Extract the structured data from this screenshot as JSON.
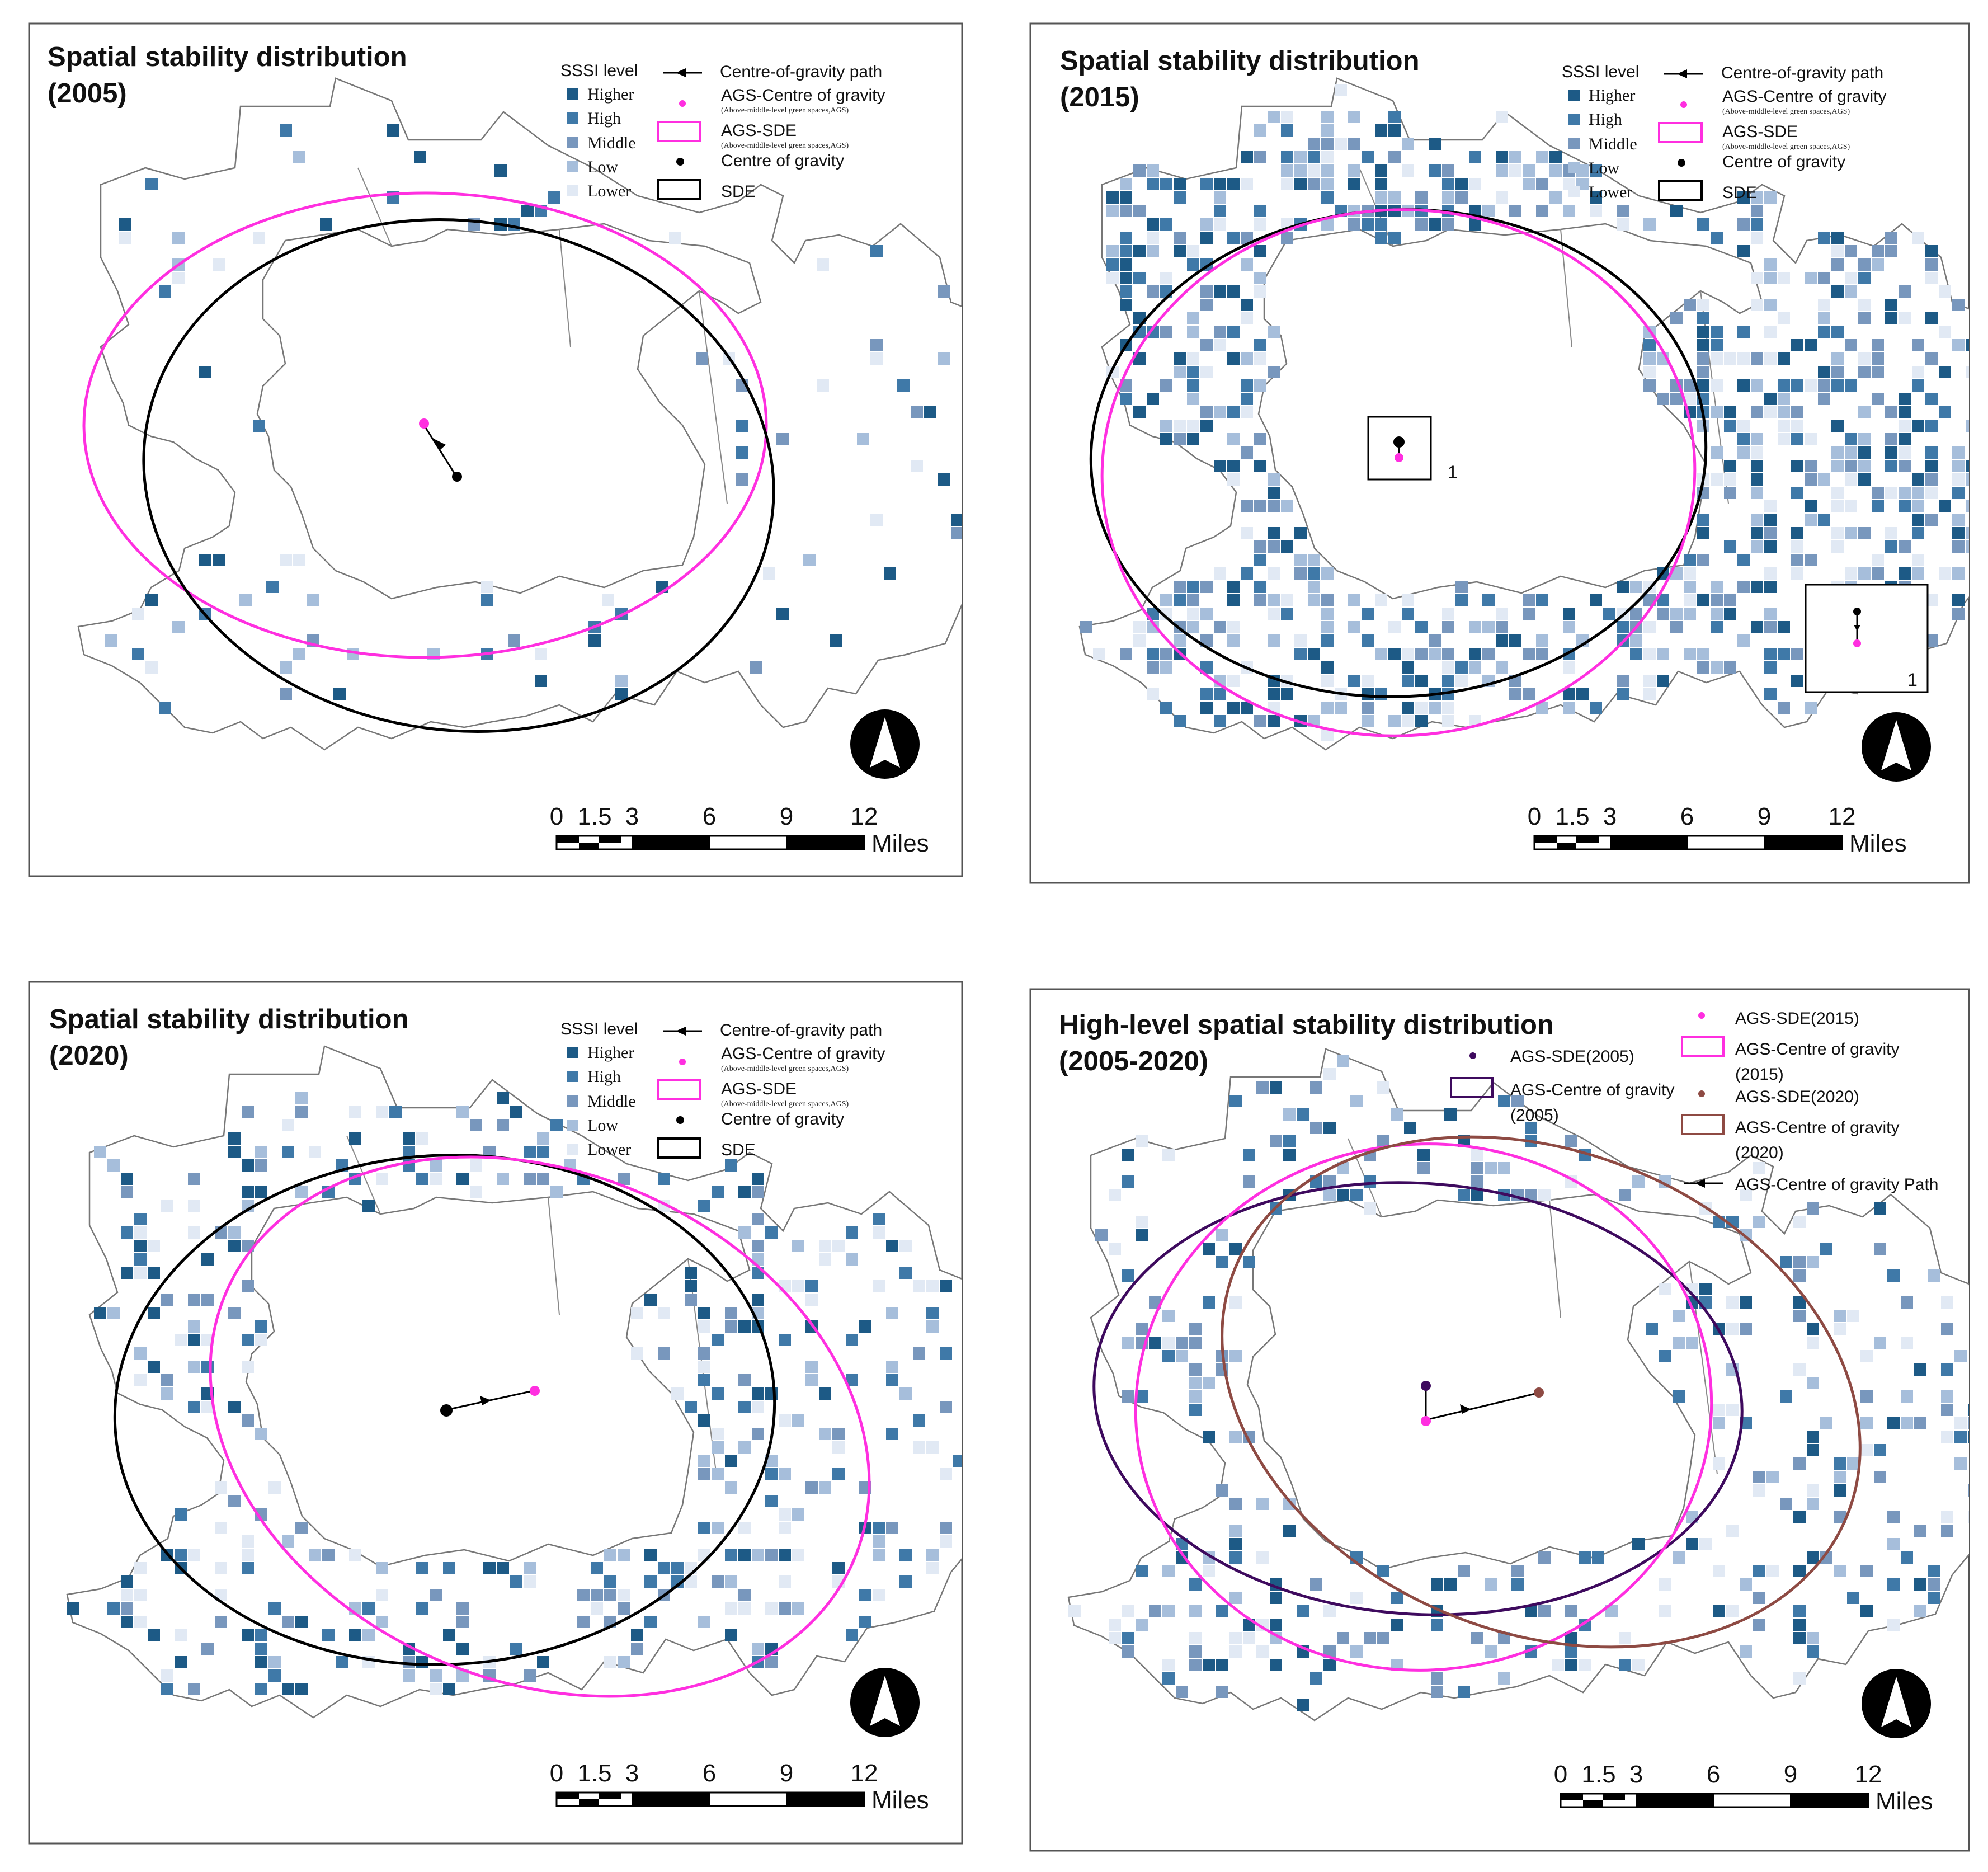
{
  "colors": {
    "higher": "#1d5a86",
    "high": "#3f79a8",
    "middle": "#7897bd",
    "low": "#a6bedb",
    "lower": "#e1e9f4",
    "ags": "#ff2fe0",
    "overall": "#000000",
    "ags_2005": "#3e0a5e",
    "ags_2015": "#ff2fe0",
    "ags_2020": "#8e4a43"
  },
  "panels": [
    {
      "id": "p2005",
      "title_line1": "Spatial stability distribution",
      "title_line2": "(2005)",
      "seed": 11,
      "density": 0.05,
      "legend": {
        "sssi_heading": "SSSI level",
        "classes": [
          "Higher",
          "High",
          "Middle",
          "Low",
          "Lower"
        ],
        "path": "Centre-of-gravity path",
        "ags_cog": "AGS-Centre of gravity",
        "ags_note": "(Above-middle-level green spaces,AGS)",
        "ags_sde": "AGS-SDE",
        "cog": "Centre of gravity",
        "sde": "SDE"
      },
      "scalebar": {
        "ticks": [
          "0",
          "1.5",
          "3",
          "6",
          "9",
          "12"
        ],
        "unit": "Miles"
      }
    },
    {
      "id": "p2015",
      "title_line1": "Spatial stability distribution",
      "title_line2": "(2015)",
      "seed": 23,
      "density": 0.42,
      "legend": {
        "sssi_heading": "SSSI level",
        "classes": [
          "Higher",
          "High",
          "Middle",
          "Low",
          "Lower"
        ],
        "path": "Centre-of-gravity path",
        "ags_cog": "AGS-Centre of gravity",
        "ags_note": "(Above-middle-level green spaces,AGS)",
        "ags_sde": "AGS-SDE",
        "cog": "Centre of gravity",
        "sde": "SDE"
      },
      "insets": [
        "1",
        "1"
      ],
      "scalebar": {
        "ticks": [
          "0",
          "1.5",
          "3",
          "6",
          "9",
          "12"
        ],
        "unit": "Miles"
      }
    },
    {
      "id": "p2020",
      "title_line1": "Spatial stability distribution",
      "title_line2": "(2020)",
      "seed": 37,
      "density": 0.22,
      "legend": {
        "sssi_heading": "SSSI level",
        "classes": [
          "Higher",
          "High",
          "Middle",
          "Low",
          "Lower"
        ],
        "path": "Centre-of-gravity path",
        "ags_cog": "AGS-Centre of gravity",
        "ags_note": "(Above-middle-level green spaces,AGS)",
        "ags_sde": "AGS-SDE",
        "cog": "Centre of gravity",
        "sde": "SDE"
      },
      "scalebar": {
        "ticks": [
          "0",
          "1.5",
          "3",
          "6",
          "9",
          "12"
        ],
        "unit": "Miles"
      }
    },
    {
      "id": "pall",
      "title_line1": "High-level spatial stability distribution",
      "title_line2": "(2005-2020)",
      "seed": 53,
      "density": 0.2,
      "legend4": {
        "sde_2005": "AGS-SDE(2005)",
        "cog_2005_a": "AGS-Centre of gravity",
        "cog_2005_b": "(2005)",
        "sde_2015": "AGS-SDE(2015)",
        "cog_2015_a": "AGS-Centre of gravity",
        "cog_2015_b": "(2015)",
        "sde_2020": "AGS-SDE(2020)",
        "cog_2020_a": "AGS-Centre of gravity",
        "cog_2020_b": "(2020)",
        "path": "AGS-Centre of gravity Path"
      },
      "scalebar": {
        "ticks": [
          "0",
          "1.5",
          "3",
          "6",
          "9",
          "12"
        ],
        "unit": "Miles"
      }
    }
  ]
}
